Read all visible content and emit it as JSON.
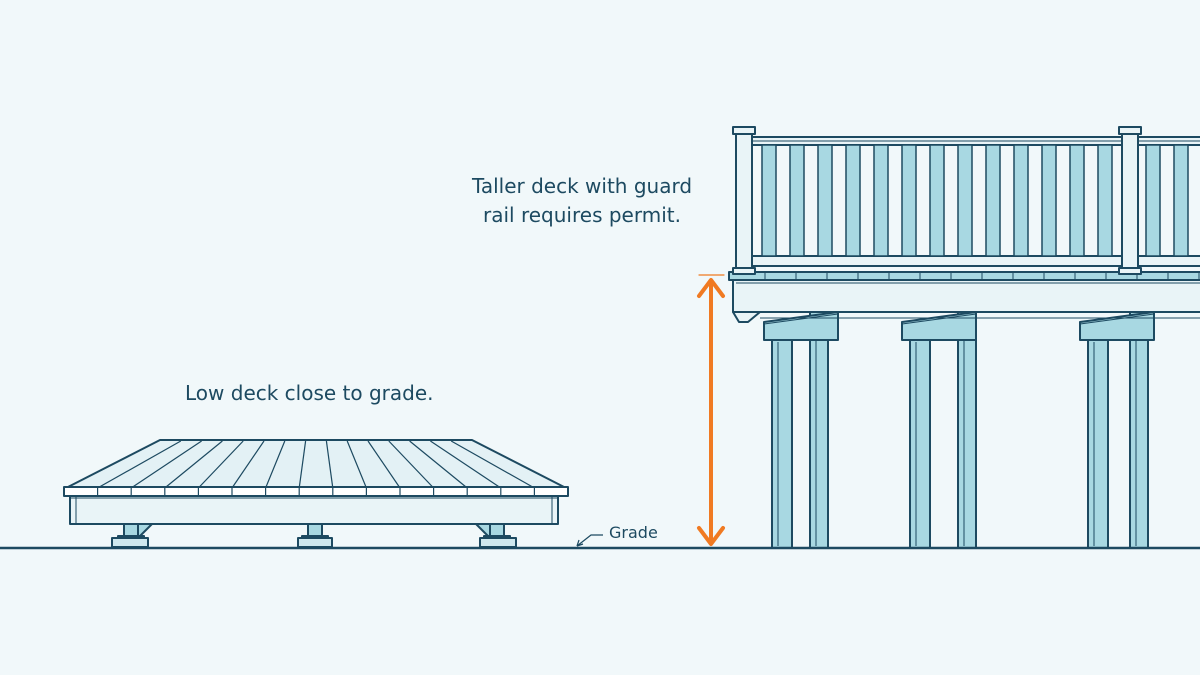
{
  "labels": {
    "low_deck": "Low deck close to grade.",
    "tall_deck_line1": "Taller deck with guard",
    "tall_deck_line2": "rail requires permit.",
    "grade": "Grade"
  },
  "colors": {
    "background": "#f1f8fa",
    "outline": "#1d4a61",
    "wood_fill": "#a8d8e2",
    "deck_face": "#e9f4f7",
    "arrow": "#f07a22"
  },
  "icons": {
    "height_arrow": "double-headed-vertical-arrow",
    "grade_pointer": "small-arrow-pointing-down-left"
  }
}
